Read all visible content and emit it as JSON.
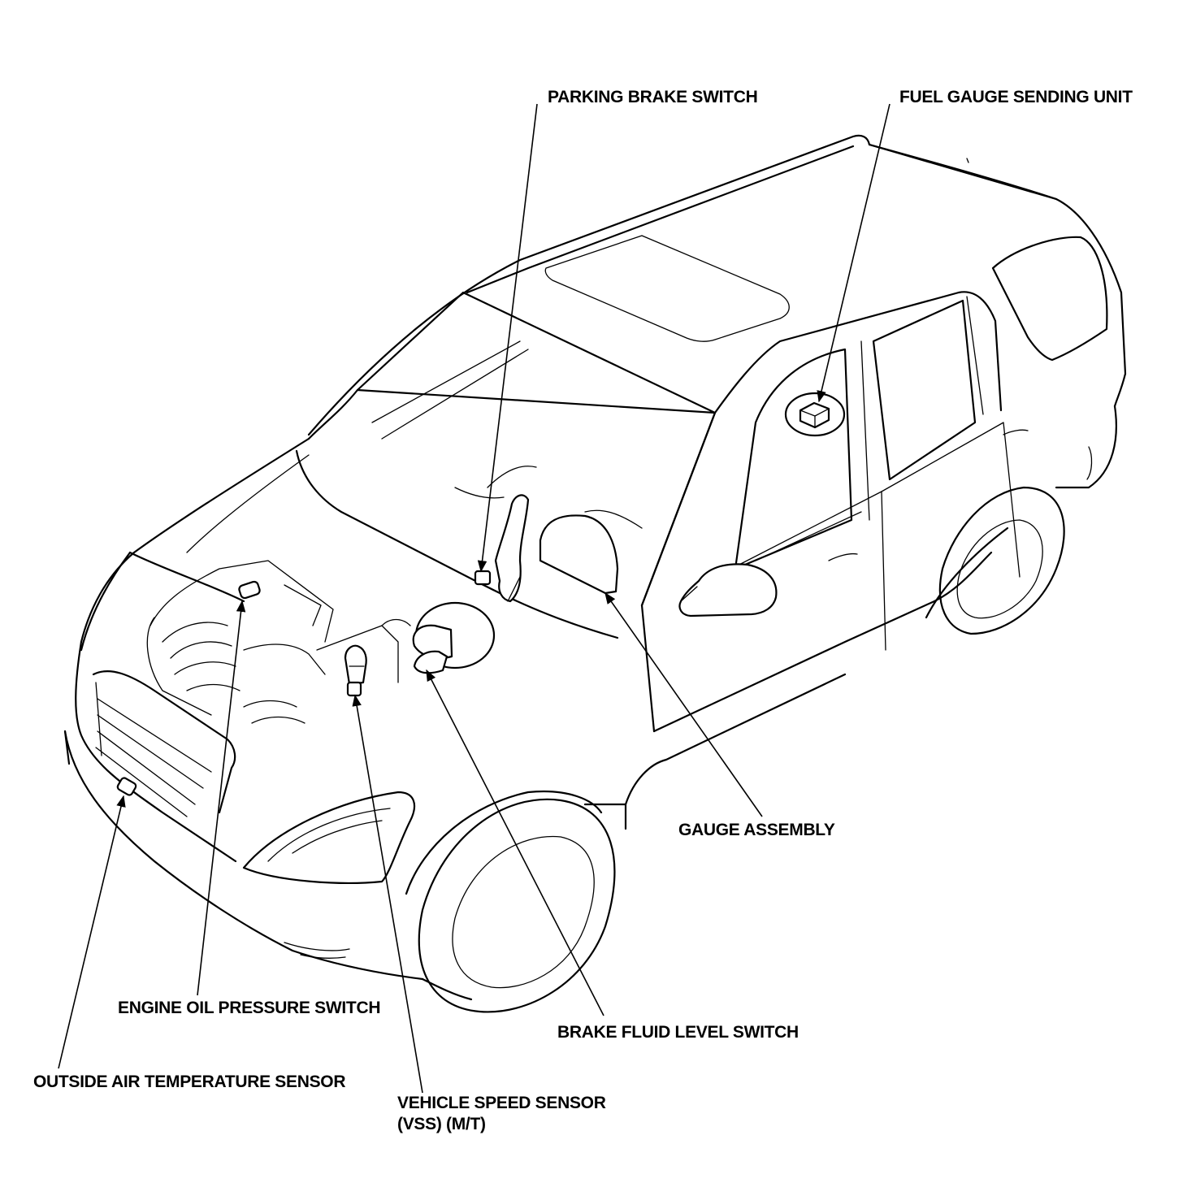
{
  "labels": {
    "parking_brake_switch": "PARKING BRAKE SWITCH",
    "fuel_gauge_sending_unit": "FUEL GAUGE SENDING UNIT",
    "gauge_assembly": "GAUGE ASSEMBLY",
    "engine_oil_pressure_switch": "ENGINE OIL PRESSURE SWITCH",
    "brake_fluid_level_switch": "BRAKE FLUID LEVEL SWITCH",
    "outside_air_temperature_sensor": "OUTSIDE AIR TEMPERATURE SENSOR",
    "vehicle_speed_sensor_line1": "VEHICLE SPEED SENSOR",
    "vehicle_speed_sensor_line2": "(VSS) (M/T)"
  },
  "colors": {
    "ink": "#000000",
    "paper": "#ffffff"
  }
}
